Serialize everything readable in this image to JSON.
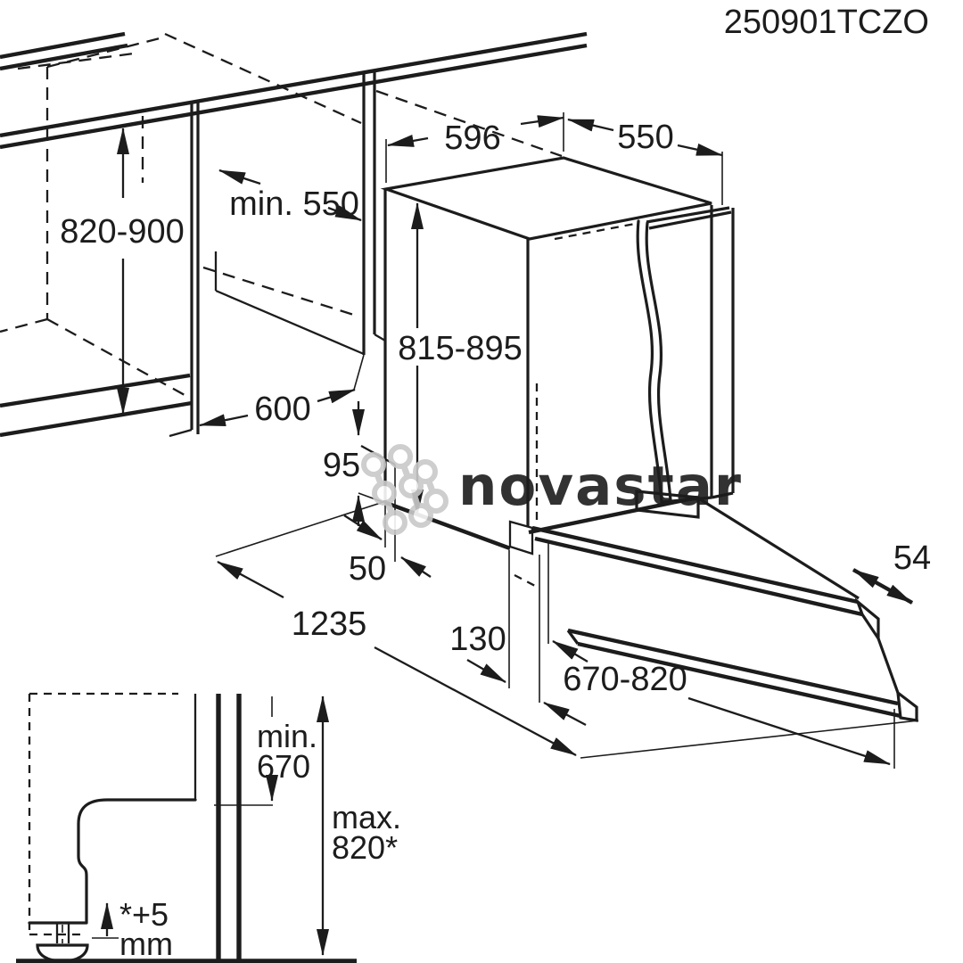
{
  "title_code": "250901TCZO",
  "watermark": {
    "text": "novastar",
    "color": "#c9c9c9"
  },
  "colors": {
    "line": "#1c1c1c",
    "background": "#ffffff"
  },
  "main_view": {
    "dim_worktop_height": "820-900",
    "dim_niche_depth": "min. 550",
    "dim_appliance_width": "596",
    "dim_appliance_depth": "550",
    "dim_appliance_height": "815-895",
    "dim_niche_width": "600",
    "dim_plinth_height": "95",
    "dim_plinth_recess": "50",
    "dim_door_open_reach": "1235",
    "dim_base_setback": "130",
    "dim_plinth_panel_range": "670-820",
    "dim_slide_travel": "54"
  },
  "detail_view": {
    "dim_min_label": "min.",
    "dim_min_value": "670",
    "dim_max_label": "max.",
    "dim_max_value": "820*",
    "dim_foot_adjust_line1": "*+5",
    "dim_foot_adjust_line2": "mm"
  }
}
